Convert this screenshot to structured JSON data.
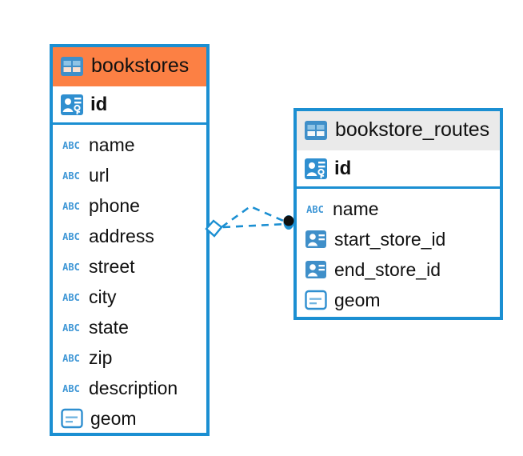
{
  "diagram": {
    "type": "entity-relationship-diagram",
    "background": "#ffffff",
    "accent_color": "#1b8fd2",
    "highlight_color": "#fc8044",
    "header_gray": "#eaeaea"
  },
  "entities": [
    {
      "name": "bookstores",
      "header_color": "#fc8044",
      "icon": "table-icon",
      "primary_key": {
        "label": "id",
        "icon": "primary-key-icon"
      },
      "fields": [
        {
          "label": "name",
          "icon": "abc-text-icon"
        },
        {
          "label": "url",
          "icon": "abc-text-icon"
        },
        {
          "label": "phone",
          "icon": "abc-text-icon"
        },
        {
          "label": "address",
          "icon": "abc-text-icon"
        },
        {
          "label": "street",
          "icon": "abc-text-icon"
        },
        {
          "label": "city",
          "icon": "abc-text-icon"
        },
        {
          "label": "state",
          "icon": "abc-text-icon"
        },
        {
          "label": "zip",
          "icon": "abc-text-icon"
        },
        {
          "label": "description",
          "icon": "abc-text-icon"
        },
        {
          "label": "geom",
          "icon": "geometry-icon"
        }
      ]
    },
    {
      "name": "bookstore_routes",
      "header_color": "#eaeaea",
      "icon": "table-icon",
      "primary_key": {
        "label": "id",
        "icon": "primary-key-icon"
      },
      "fields": [
        {
          "label": "name",
          "icon": "abc-text-icon"
        },
        {
          "label": "start_store_id",
          "icon": "foreign-key-icon"
        },
        {
          "label": "end_store_id",
          "icon": "foreign-key-icon"
        },
        {
          "label": "geom",
          "icon": "geometry-icon"
        }
      ]
    }
  ],
  "relationship": {
    "from": "bookstores",
    "to": "bookstore_routes",
    "line_style": "dashed",
    "line_color": "#1b8fd2",
    "source_marker": "open-diamond",
    "target_marker": "filled-circle"
  }
}
